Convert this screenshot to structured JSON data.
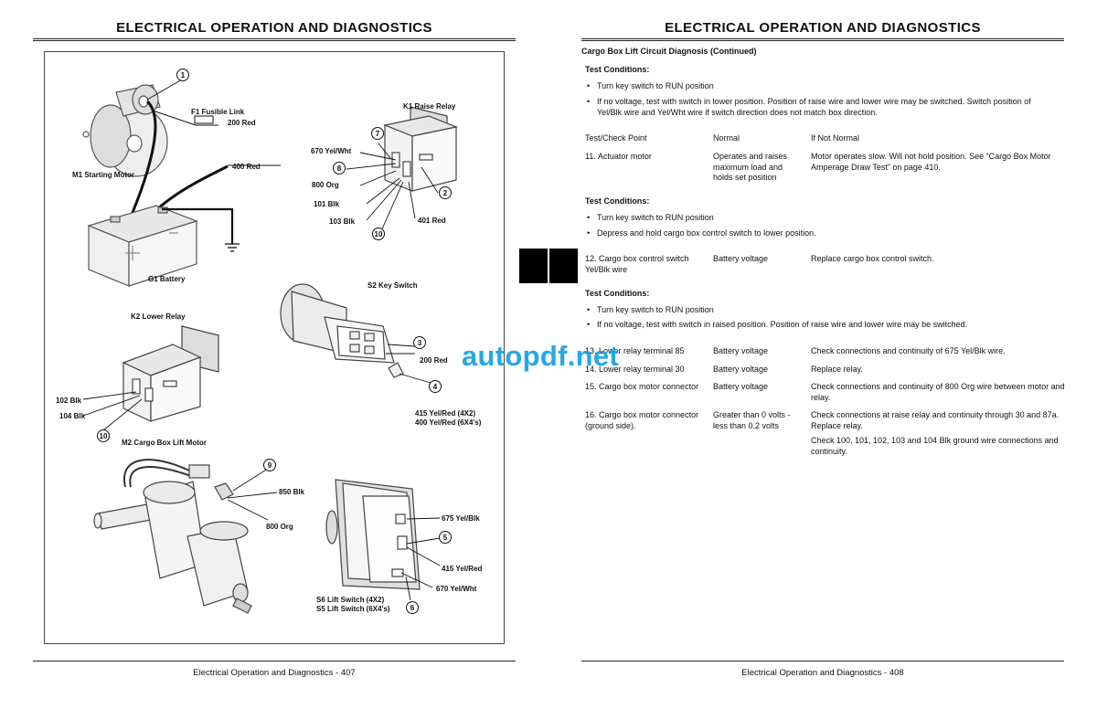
{
  "left_page": {
    "header": "ELECTRICAL   OPERATION AND DIAGNOSTICS",
    "footer": "Electrical   Operation and Diagnostics  - 407",
    "labels": {
      "f1": "F1 Fusible Link",
      "w200a": "200 Red",
      "w400": "400 Red",
      "m1": "M1 Starting Motor",
      "g1": "G1 Battery",
      "k1": "K1 Raise Relay",
      "w670": "670 Yel/Wht",
      "w800a": "800 Org",
      "w101": "101 Blk",
      "w103": "103 Blk",
      "w401": "401 Red",
      "s2": "S2 Key Switch",
      "w200b": "200 Red",
      "w415a": "415 Yel/Red (4X2)",
      "w400b": "400 Yel/Red (6X4's)",
      "k2": "K2 Lower Relay",
      "w102": "102 Blk",
      "w104": "104 Blk",
      "m2": "M2 Cargo Box Lift Motor",
      "w850": "850 Blk",
      "w800b": "800 Org",
      "w675": "675 Yel/Blk",
      "w415b": "415 Yel/Red",
      "w670b": "670 Yel/Wht",
      "s6": "S6 Lift Switch (4X2)",
      "s5": "S5 Lift Switch (6X4's)"
    },
    "callouts": [
      "1",
      "2",
      "3",
      "4",
      "5",
      "6",
      "7",
      "8",
      "9",
      "10",
      "10"
    ]
  },
  "right_page": {
    "header": "ELECTRICAL   OPERATION AND DIAGNOSTICS",
    "footer": "Electrical   Operation and Diagnostics  - 408",
    "section_title": "Cargo Box Lift Circuit Diagnosis (Continued)",
    "block1": {
      "heading": "Test Conditions:",
      "b1": "Turn key switch to RUN position",
      "b2": "If no voltage, test with switch in lower position. Position of raise wire and lower wire may be switched. Switch position of Yel/Blk wire and Yel/Wht wire if switch direction does not match box direction."
    },
    "table_headers": [
      "Test/Check Point",
      "Normal",
      "If Not Normal"
    ],
    "row11": [
      "11. Actuator motor",
      "Operates and raises maximum load and holds set position",
      "Motor operates slow. Will not hold position. See “Cargo Box Motor Amperage Draw Test” on page 410."
    ],
    "block2": {
      "heading": "Test Conditions:",
      "b1": "Turn key switch to RUN position",
      "b2": "Depress and hold cargo box control switch to lower position."
    },
    "row12": [
      "12. Cargo box control switch Yel/Blk wire",
      "Battery voltage",
      "Replace cargo box control switch."
    ],
    "block3": {
      "heading": "Test Conditions:",
      "b1": "Turn key switch to RUN position",
      "b2": "If no voltage, test with switch in raised position. Position of raise wire and lower wire may be switched."
    },
    "row13": [
      "13. Lower relay terminal 85",
      "Battery voltage",
      "Check connections and continuity of 675 Yel/Blk wire."
    ],
    "row14": [
      "14. Lower relay terminal 30",
      "Battery voltage",
      "Replace relay."
    ],
    "row15": [
      "15. Cargo box motor connector",
      "Battery voltage",
      "Check connections and continuity of 800 Org wire between motor and relay."
    ],
    "row16": [
      "16. Cargo box motor connector (ground side).",
      "Greater than 0 volts - less than 0.2 volts",
      "Check connections at raise relay and continuity through 30 and 87a. Replace relay."
    ],
    "row16b": "Check 100, 101, 102, 103 and 104 Blk ground wire connections and continuity."
  },
  "watermark": "autopdf.net"
}
